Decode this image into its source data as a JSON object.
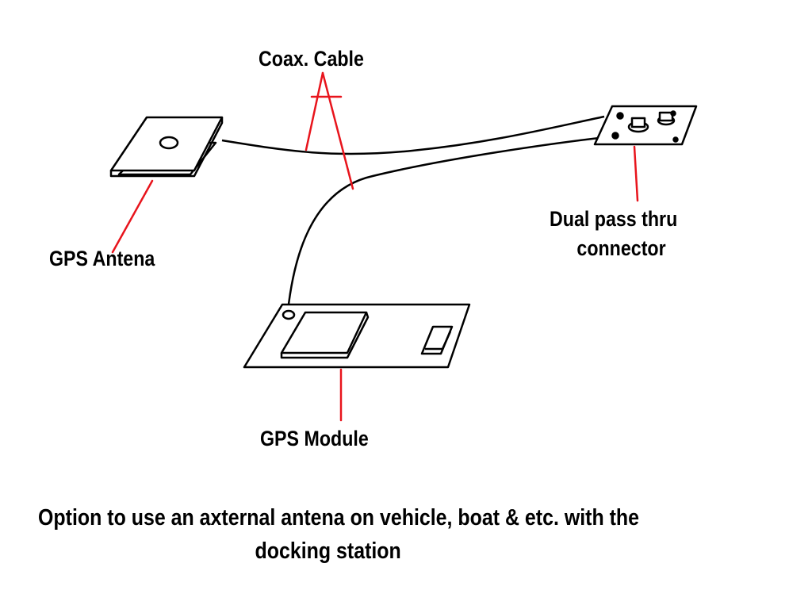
{
  "labels": {
    "coax": "Coax. Cable",
    "antenna": "GPS Antena",
    "dual_line1": "Dual pass thru",
    "dual_line2": "connector",
    "module": "GPS Module"
  },
  "caption": {
    "line1": "Option to use an axternal antena on vehicle, boat & etc. with the",
    "line2": "docking station"
  },
  "colors": {
    "ink": "#000000",
    "arrow": "#e8141c",
    "background": "#ffffff"
  }
}
